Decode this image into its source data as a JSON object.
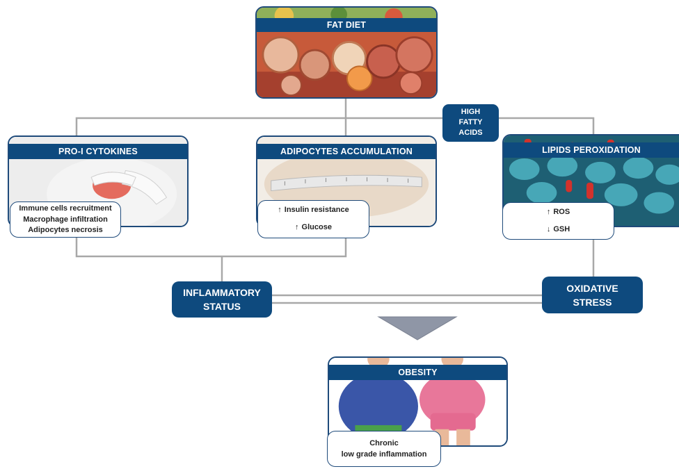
{
  "fat_diet": {
    "title": "FAT DIET"
  },
  "fatty_acids": {
    "lines": [
      "HIGH",
      "FATTY",
      "ACIDS"
    ]
  },
  "cytokines": {
    "title": "PRO-I CYTOKINES",
    "notes": [
      "Immune cells recruitment",
      "Macrophage infiltration",
      "Adipocytes necrosis"
    ]
  },
  "adipocytes": {
    "title": "ADIPOCYTES ACCUMULATION",
    "notes": [
      "Insulin resistance",
      "Glucose"
    ]
  },
  "lipids": {
    "title": "LIPIDS PEROXIDATION",
    "notes": [
      "ROS",
      "GSH"
    ]
  },
  "inflammatory": {
    "lines": [
      "INFLAMMATORY",
      "STATUS"
    ]
  },
  "oxidative": {
    "lines": [
      "OXIDATIVE",
      "STRESS"
    ]
  },
  "obesity": {
    "title": "OBESITY",
    "notes": [
      "Chronic",
      "low grade inflammation"
    ]
  },
  "colors": {
    "primary": "#0e4a7e",
    "connector": "#a8a8a8",
    "arrow": "#8f96a6"
  }
}
